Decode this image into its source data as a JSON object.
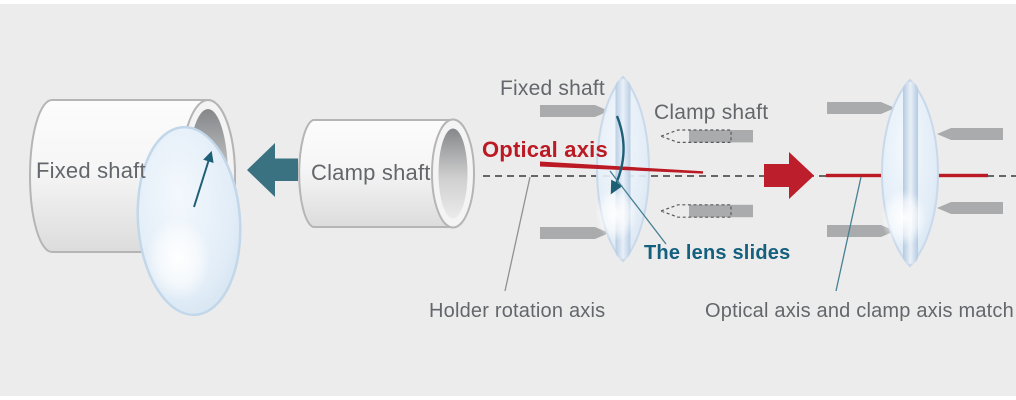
{
  "diagram": {
    "left_assembly": {
      "cylinder_label": "Fixed shaft"
    },
    "clamp_cylinder": {
      "cylinder_label": "Clamp shaft"
    },
    "center_assembly": {
      "fixed_shaft_label": "Fixed shaft",
      "clamp_shaft_label": "Clamp shaft",
      "optical_axis_label": "Optical axis",
      "lens_slides_label": "The lens slides",
      "holder_rotation_axis_label": "Holder rotation axis"
    },
    "right_assembly": {
      "caption": "Optical axis and clamp axis match"
    },
    "colors": {
      "accent_red": "#bb1a24",
      "accent_teal": "#3b7282",
      "teal_text": "#14607e",
      "label_gray": "#63676b",
      "shaft_gray": "#a9abac",
      "background": "#ececec"
    }
  }
}
